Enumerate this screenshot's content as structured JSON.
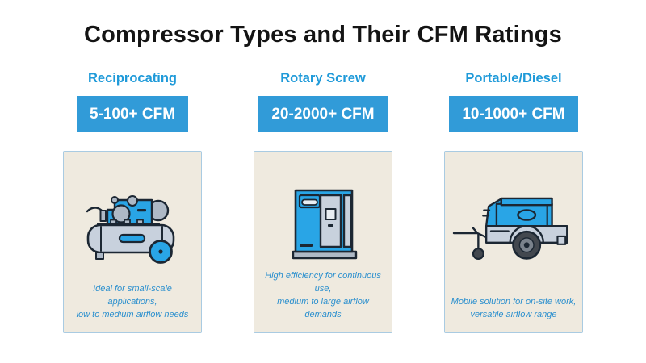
{
  "title": "Compressor Types and Their CFM Ratings",
  "columns": [
    {
      "name": "Reciprocating",
      "cfm": "5-100+ CFM",
      "description": "Ideal for small-scale applications,\nlow to medium airflow needs",
      "icon": "reciprocating-compressor"
    },
    {
      "name": "Rotary Screw",
      "cfm": "20-2000+ CFM",
      "description": "High efficiency for continuous use,\nmedium to large airflow demands",
      "icon": "rotary-screw-compressor"
    },
    {
      "name": "Portable/Diesel",
      "cfm": "10-1000+ CFM",
      "description": "Mobile solution for on-site work,\nversatile airflow range",
      "icon": "portable-diesel-compressor"
    }
  ],
  "colors": {
    "background": "#ffffff",
    "title_color": "#141414",
    "header_blue": "#1f9ad9",
    "cfm_box_blue": "#319bd8",
    "cfm_text": "#ffffff",
    "card_bg": "#efeadf",
    "card_border": "#a9cbe2",
    "description_blue": "#2a8fce",
    "icon_blue": "#29a5e6",
    "icon_gray": "#c8d1dd",
    "icon_gray_accent": "#aeb9c6",
    "icon_light": "#e9eef3",
    "icon_dark": "#1c2733",
    "wheel_dark": "#43484f",
    "wheel_ring": "#7a828c"
  }
}
